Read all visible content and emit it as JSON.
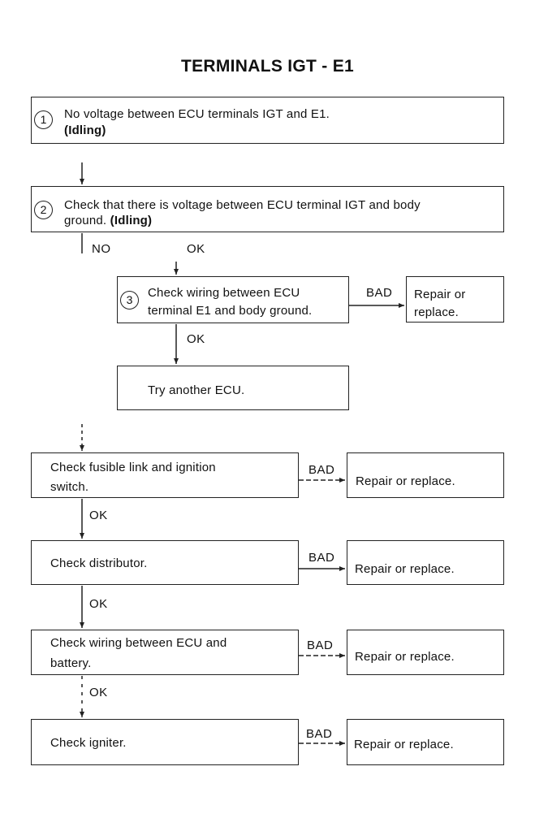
{
  "title": "TERMINALS IGT - E1",
  "step1": {
    "number": "1",
    "line1": "No voltage between ECU terminals IGT and E1.",
    "line2": "(Idling)"
  },
  "step2": {
    "number": "2",
    "line1": "Check that there is voltage between ECU terminal IGT and body",
    "line2": "ground.",
    "line2_bold": "(Idling)"
  },
  "step3": {
    "number": "3",
    "line1": "Check wiring between ECU",
    "line2": "terminal E1 and body ground."
  },
  "step3_result": {
    "line1": "Repair or",
    "line2": "replace."
  },
  "try_ecu": "Try another ECU.",
  "fusible": {
    "line1": "Check fusible link and ignition",
    "line2": "switch."
  },
  "distributor": "Check distributor.",
  "wiring_battery": {
    "line1": "Check wiring between ECU and",
    "line2": "battery."
  },
  "igniter": "Check igniter.",
  "repair_replace": "Repair or replace.",
  "labels": {
    "no": "NO",
    "ok": "OK",
    "bad": "BAD"
  }
}
